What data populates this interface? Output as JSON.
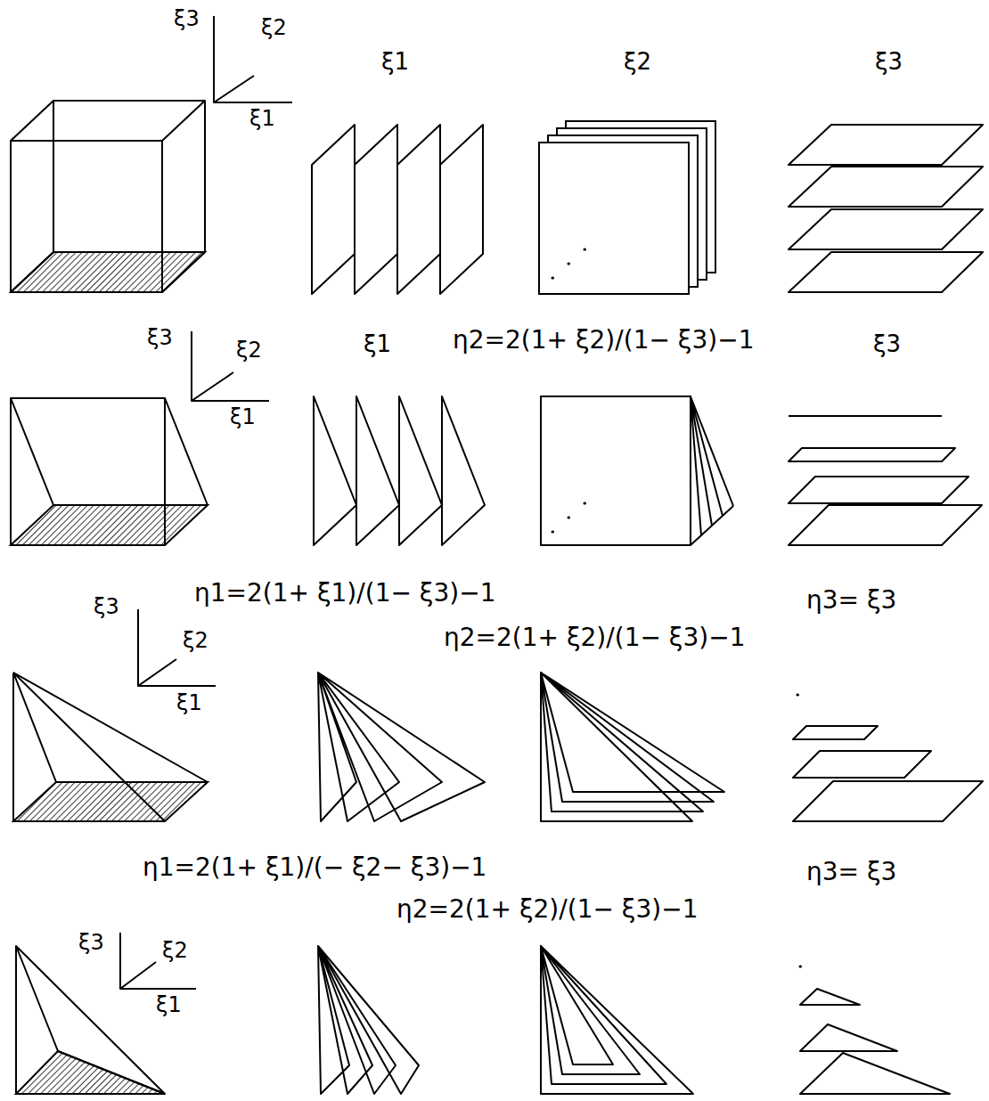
{
  "diagram": {
    "labels": [
      "ξ3",
      "ξ2",
      "ξ1",
      "ξ1",
      "ξ2",
      "ξ3",
      "ξ3",
      "ξ2",
      "ξ1",
      "ξ1",
      "η2=2(1+ ξ2)/(1− ξ3)−1",
      "ξ3",
      "η1=2(1+ ξ1)/(1− ξ3)−1",
      "η3= ξ3",
      "η2=2(1+ ξ2)/(1− ξ3)−1",
      "ξ3",
      "ξ2",
      "ξ1",
      "η1=2(1+ ξ1)/(− ξ2− ξ3)−1",
      "η3= ξ3",
      "η2=2(1+ ξ2)/(1− ξ3)−1",
      "ξ3",
      "ξ2",
      "ξ1"
    ]
  }
}
